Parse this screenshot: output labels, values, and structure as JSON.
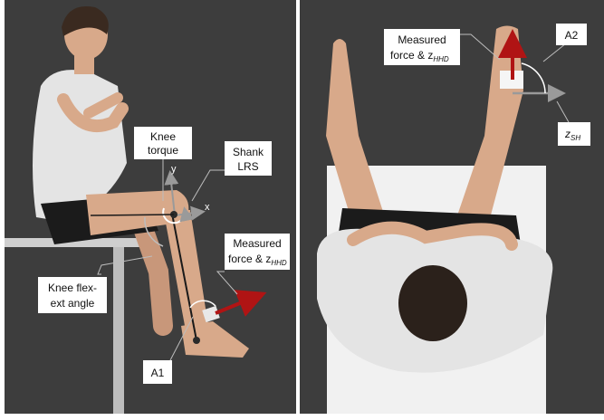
{
  "left_panel": {
    "labels": {
      "knee_torque": [
        "Knee",
        "torque"
      ],
      "shank_lrs": [
        "Shank",
        "LRS"
      ],
      "axis_y": "y",
      "axis_x": "x",
      "measured_force": [
        "Measured",
        "force & z"
      ],
      "measured_force_sub": "HHD",
      "knee_flex_ext": [
        "Knee flex-",
        "ext angle"
      ],
      "a1": "A1"
    }
  },
  "right_panel": {
    "labels": {
      "measured_force": [
        "Measured",
        "force & z"
      ],
      "measured_force_sub": "HHD",
      "a2": "A2",
      "z_sh": "z",
      "z_sh_sub": "SH"
    }
  },
  "colors": {
    "background": "#3d3d3d",
    "force_arrow": "#b01414",
    "axis_arrow": "#9a9a9a",
    "label_box": "#ffffff",
    "skin": "#d8a98a",
    "shirt": "#e4e4e4"
  }
}
